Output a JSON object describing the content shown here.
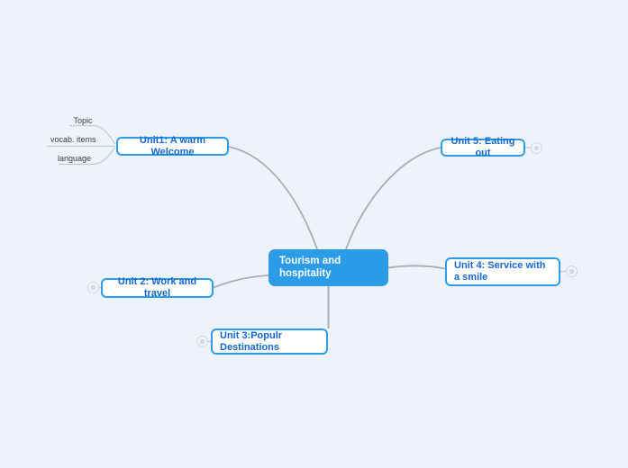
{
  "colors": {
    "background": "#eef2fa",
    "node_fill": "#ffffff",
    "node_border": "#2e9ce9",
    "node_text": "#1568cd",
    "central_fill": "#2d9ce8",
    "central_text": "#ffffff",
    "connector": "#a9aeb6",
    "branch_line": "#c3cbd6",
    "subtopic_text": "#3d4043",
    "badge_border": "#d2d7de",
    "badge_fill": "#f0f3f8"
  },
  "central_node": {
    "label": "Tourism and hospitality"
  },
  "nodes": [
    {
      "id": "unit1",
      "label": "Unit1: A warm Welcome"
    },
    {
      "id": "unit2",
      "label": "Unit 2: Work and travel"
    },
    {
      "id": "unit3",
      "label": "Unit 3:Populr Destinations"
    },
    {
      "id": "unit4",
      "label": "Unit 4: Service with a smile"
    },
    {
      "id": "unit5",
      "label": "Unit 5: Eating out"
    }
  ],
  "subtopics": [
    {
      "label": "Topic"
    },
    {
      "label": "vocab. items"
    },
    {
      "label": "language"
    }
  ]
}
